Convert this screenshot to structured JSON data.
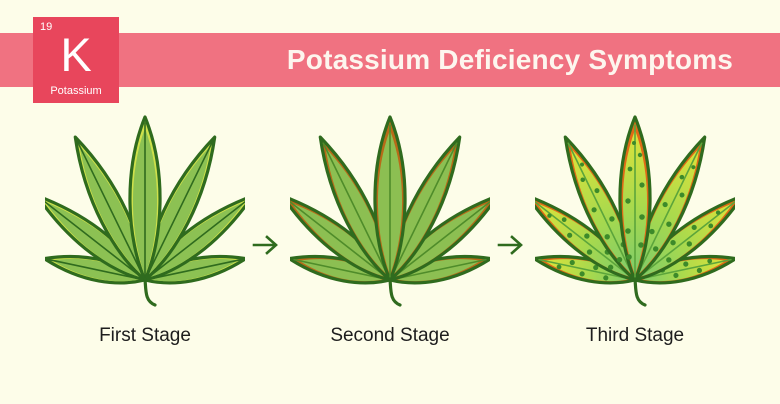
{
  "background_color": "#fdfde9",
  "header": {
    "band_color": "#f07281",
    "title": "Potassium Deficiency Symptoms",
    "title_color": "#fdf6ee"
  },
  "element_tile": {
    "atomic_number": "19",
    "symbol": "K",
    "name": "Potassium",
    "tile_color": "#e8465c",
    "text_color": "#ffffff"
  },
  "stages": [
    {
      "label": "First Stage",
      "leaf": {
        "state": "healthy",
        "leaflet_count": 7,
        "blade_color": "#8cc153",
        "blade_light": "#a8d05c",
        "edge_color": "#cfe14b",
        "outline_color": "#2f6b1e",
        "vein_color": "#2f6b1e",
        "stem_color": "#2f6b1e",
        "spots": false
      }
    },
    {
      "label": "Second Stage",
      "leaf": {
        "state": "browning-margins",
        "leaflet_count": 7,
        "blade_color": "#8cbf52",
        "blade_light": "#a5cb5d",
        "edge_color": "#b86a18",
        "outline_color": "#2f6b1e",
        "vein_color": "#4f8c2a",
        "stem_color": "#2f6b1e",
        "spots": false
      }
    },
    {
      "label": "Third Stage",
      "leaf": {
        "state": "chlorotic-necrotic",
        "leaflet_count": 7,
        "blade_color": "#7ecb6a",
        "blade_light": "#d8e240",
        "edge_color": "#e06a16",
        "outline_color": "#2f6b1e",
        "vein_color": "#5ca53b",
        "stem_color": "#2f6b1e",
        "spot_color": "#3d8a2a",
        "spots": true
      }
    }
  ],
  "arrows": {
    "glyph": "arrow-right",
    "color": "#2f6b1e",
    "count": 2
  },
  "labels": {
    "text_color": "#1d1d1d"
  }
}
